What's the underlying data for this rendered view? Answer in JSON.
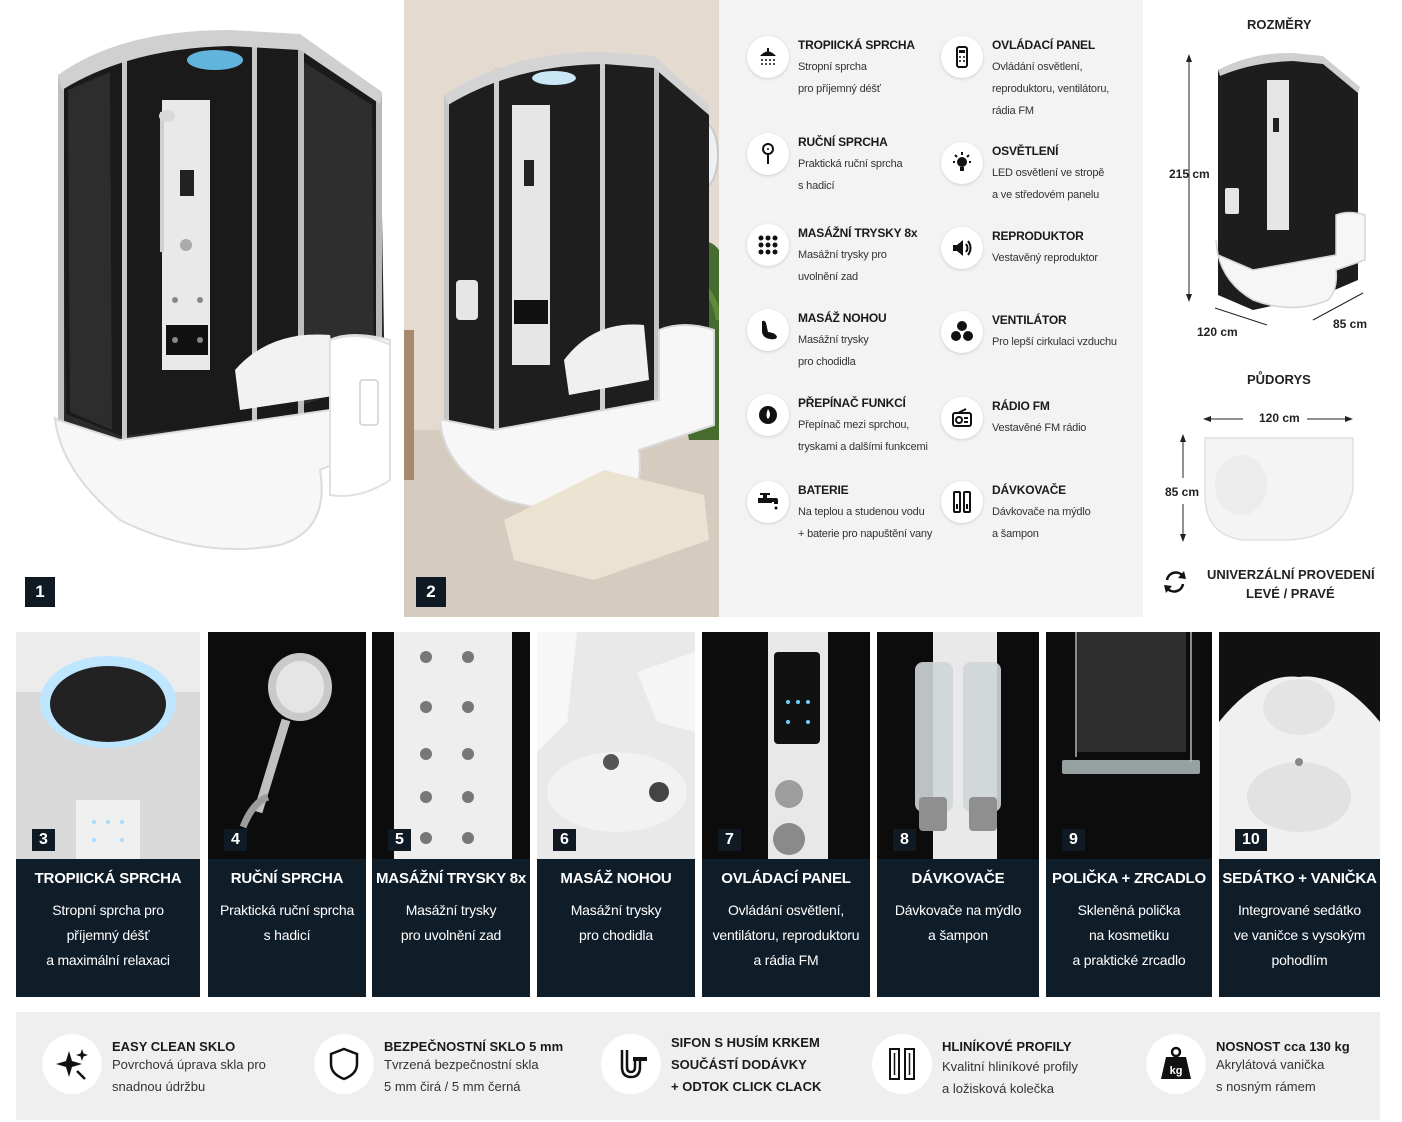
{
  "photos": {
    "photo1_badge": "1",
    "photo2_badge": "2"
  },
  "features": [
    {
      "icon": "rain-shower-icon",
      "title": "TROPIICKÁ SPRCHA",
      "lines": [
        "Stropní sprcha",
        "pro příjemný déšť"
      ]
    },
    {
      "icon": "control-panel-icon",
      "title": "OVLÁDACÍ PANEL",
      "lines": [
        "Ovládání osvětlení,",
        "reproduktoru, ventilátoru,",
        "rádia FM"
      ]
    },
    {
      "icon": "hand-shower-icon",
      "title": "RUČNÍ SPRCHA",
      "lines": [
        "Praktická ruční sprcha",
        "s hadicí"
      ]
    },
    {
      "icon": "light-bulb-icon",
      "title": "OSVĚTLENÍ",
      "lines": [
        "LED osvětlení ve stropě",
        "a ve středovém panelu"
      ]
    },
    {
      "icon": "massage-jets-icon",
      "title": "MASÁŽNÍ TRYSKY 8x",
      "lines": [
        "Masážní trysky pro",
        "uvolnění zad"
      ]
    },
    {
      "icon": "speaker-icon",
      "title": "REPRODUKTOR",
      "lines": [
        "Vestavěný reproduktor"
      ]
    },
    {
      "icon": "foot-icon",
      "title": "MASÁŽ NOHOU",
      "lines": [
        "Masážní trysky",
        "pro chodidla"
      ]
    },
    {
      "icon": "fan-icon",
      "title": "VENTILÁTOR",
      "lines": [
        "Pro lepší cirkulaci vzduchu"
      ]
    },
    {
      "icon": "function-switch-icon",
      "title": "PŘEPÍNAČ FUNKCÍ",
      "lines": [
        "Přepínač mezi sprchou,",
        "tryskami a dalšími funkcemi"
      ]
    },
    {
      "icon": "radio-icon",
      "title": "RÁDIO FM",
      "lines": [
        "Vestavěné FM rádio"
      ]
    },
    {
      "icon": "faucet-icon",
      "title": "BATERIE",
      "lines": [
        "Na teplou a studenou vodu",
        "+ baterie pro napuštění vany"
      ]
    },
    {
      "icon": "dispenser-icon",
      "title": "DÁVKOVAČE",
      "lines": [
        "Dávkovače na mýdlo",
        "a šampon"
      ]
    }
  ],
  "dimensions": {
    "title": "ROZMĚRY",
    "height": "215 cm",
    "width": "120 cm",
    "depth": "85 cm",
    "plan_title": "PŮDORYS",
    "plan_width": "120 cm",
    "plan_depth": "85 cm",
    "universal_line1": "UNIVERZÁLNÍ PROVEDENÍ",
    "universal_line2": "LEVÉ / PRAVÉ"
  },
  "cards": [
    {
      "num": "3",
      "title": "TROPIICKÁ SPRCHA",
      "lines": [
        "Stropní sprcha pro",
        "příjemný déšť",
        "a maximální relaxaci"
      ]
    },
    {
      "num": "4",
      "title": "RUČNÍ SPRCHA",
      "lines": [
        "Praktická ruční sprcha",
        "s hadicí"
      ]
    },
    {
      "num": "5",
      "title": "MASÁŽNÍ TRYSKY 8x",
      "lines": [
        "Masážní trysky",
        "pro uvolnění zad"
      ]
    },
    {
      "num": "6",
      "title": "MASÁŽ NOHOU",
      "lines": [
        "Masážní trysky",
        "pro chodidla"
      ]
    },
    {
      "num": "7",
      "title": "OVLÁDACÍ PANEL",
      "lines": [
        "Ovládání osvětlení,",
        "ventilátoru, reproduktoru",
        "a rádia FM"
      ]
    },
    {
      "num": "8",
      "title": "DÁVKOVAČE",
      "lines": [
        "Dávkovače na mýdlo",
        "a šampon"
      ]
    },
    {
      "num": "9",
      "title": "POLIČKA + ZRCADLO",
      "lines": [
        "Skleněná polička",
        "na kosmetiku",
        "a praktické zrcadlo"
      ]
    },
    {
      "num": "10",
      "title": "SEDÁTKO + VANIČKA",
      "lines": [
        "Integrované sedátko",
        "ve vaničce s vysokým",
        "pohodlím"
      ]
    }
  ],
  "bottom": [
    {
      "icon": "sparkle-icon",
      "title": [
        "EASY CLEAN SKLO"
      ],
      "lines": [
        "Povrchová úprava skla pro",
        "snadnou údržbu"
      ]
    },
    {
      "icon": "shield-icon",
      "title": [
        "BEZPEČNOSTNÍ SKLO 5 mm"
      ],
      "lines": [
        "Tvrzená bezpečnostní skla",
        "5 mm čirá / 5 mm černá"
      ]
    },
    {
      "icon": "siphon-icon",
      "title": [
        "SIFON S HUSÍM KRKEM",
        "SOUČÁSTÍ DODÁVKY",
        "+ ODTOK CLICK CLACK"
      ],
      "lines": []
    },
    {
      "icon": "aluminium-profile-icon",
      "title": [
        "HLINÍKOVÉ PROFILY"
      ],
      "lines": [
        "Kvalitní hliníkové profily",
        "a ložisková kolečka"
      ]
    },
    {
      "icon": "weight-icon",
      "title": [
        "NOSNOST cca 130 kg"
      ],
      "lines": [
        "Akrylátová vanička",
        "s nosným rámem"
      ],
      "icon_text": "kg"
    }
  ]
}
